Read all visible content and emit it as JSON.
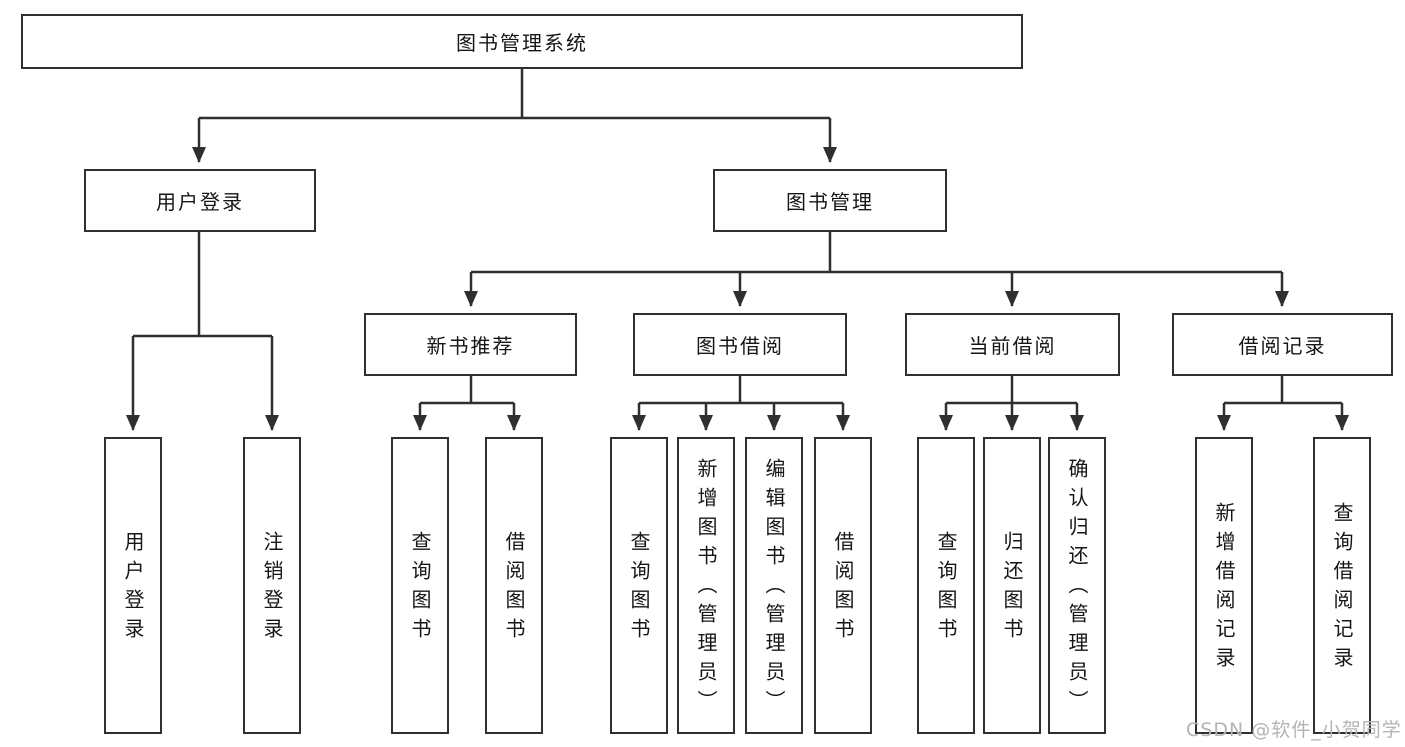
{
  "diagram": {
    "title": "图书管理系统",
    "watermark": "CSDN @软件_小贺同学",
    "colors": {
      "background": "#ffffff",
      "line": "#2f2f2f",
      "box_border": "#2f2f2f",
      "text": "#161616",
      "watermark_text": "#b4b4b4"
    },
    "nodes": {
      "root": {
        "label": "图书管理系统"
      },
      "user_login": {
        "label": "用户登录"
      },
      "book_mgmt": {
        "label": "图书管理"
      },
      "new_book_rec": {
        "label": "新书推荐"
      },
      "book_borrow": {
        "label": "图书借阅"
      },
      "current_borrow": {
        "label": "当前借阅"
      },
      "borrow_record": {
        "label": "借阅记录"
      },
      "leaf_user_login": {
        "label": "用户登录"
      },
      "leaf_logout": {
        "label": "注销登录"
      },
      "leaf_query_book_1": {
        "label": "查询图书"
      },
      "leaf_borrow_book_1": {
        "label": "借阅图书"
      },
      "leaf_query_book_2": {
        "label": "查询图书"
      },
      "leaf_add_book": {
        "label": "新增图书（管理员）"
      },
      "leaf_edit_book": {
        "label": "编辑图书（管理员）"
      },
      "leaf_borrow_book_2": {
        "label": "借阅图书"
      },
      "leaf_query_book_3": {
        "label": "查询图书"
      },
      "leaf_return_book": {
        "label": "归还图书"
      },
      "leaf_confirm_return": {
        "label": "确认归还（管理员）"
      },
      "leaf_add_record": {
        "label": "新增借阅记录"
      },
      "leaf_query_record": {
        "label": "查询借阅记录"
      }
    },
    "edges": [
      {
        "from": "root",
        "to": "user_login"
      },
      {
        "from": "root",
        "to": "book_mgmt"
      },
      {
        "from": "user_login",
        "to": "leaf_user_login"
      },
      {
        "from": "user_login",
        "to": "leaf_logout"
      },
      {
        "from": "book_mgmt",
        "to": "new_book_rec"
      },
      {
        "from": "book_mgmt",
        "to": "book_borrow"
      },
      {
        "from": "book_mgmt",
        "to": "current_borrow"
      },
      {
        "from": "book_mgmt",
        "to": "borrow_record"
      },
      {
        "from": "new_book_rec",
        "to": "leaf_query_book_1"
      },
      {
        "from": "new_book_rec",
        "to": "leaf_borrow_book_1"
      },
      {
        "from": "book_borrow",
        "to": "leaf_query_book_2"
      },
      {
        "from": "book_borrow",
        "to": "leaf_add_book"
      },
      {
        "from": "book_borrow",
        "to": "leaf_edit_book"
      },
      {
        "from": "book_borrow",
        "to": "leaf_borrow_book_2"
      },
      {
        "from": "current_borrow",
        "to": "leaf_query_book_3"
      },
      {
        "from": "current_borrow",
        "to": "leaf_return_book"
      },
      {
        "from": "current_borrow",
        "to": "leaf_confirm_return"
      },
      {
        "from": "borrow_record",
        "to": "leaf_add_record"
      },
      {
        "from": "borrow_record",
        "to": "leaf_query_record"
      }
    ]
  }
}
